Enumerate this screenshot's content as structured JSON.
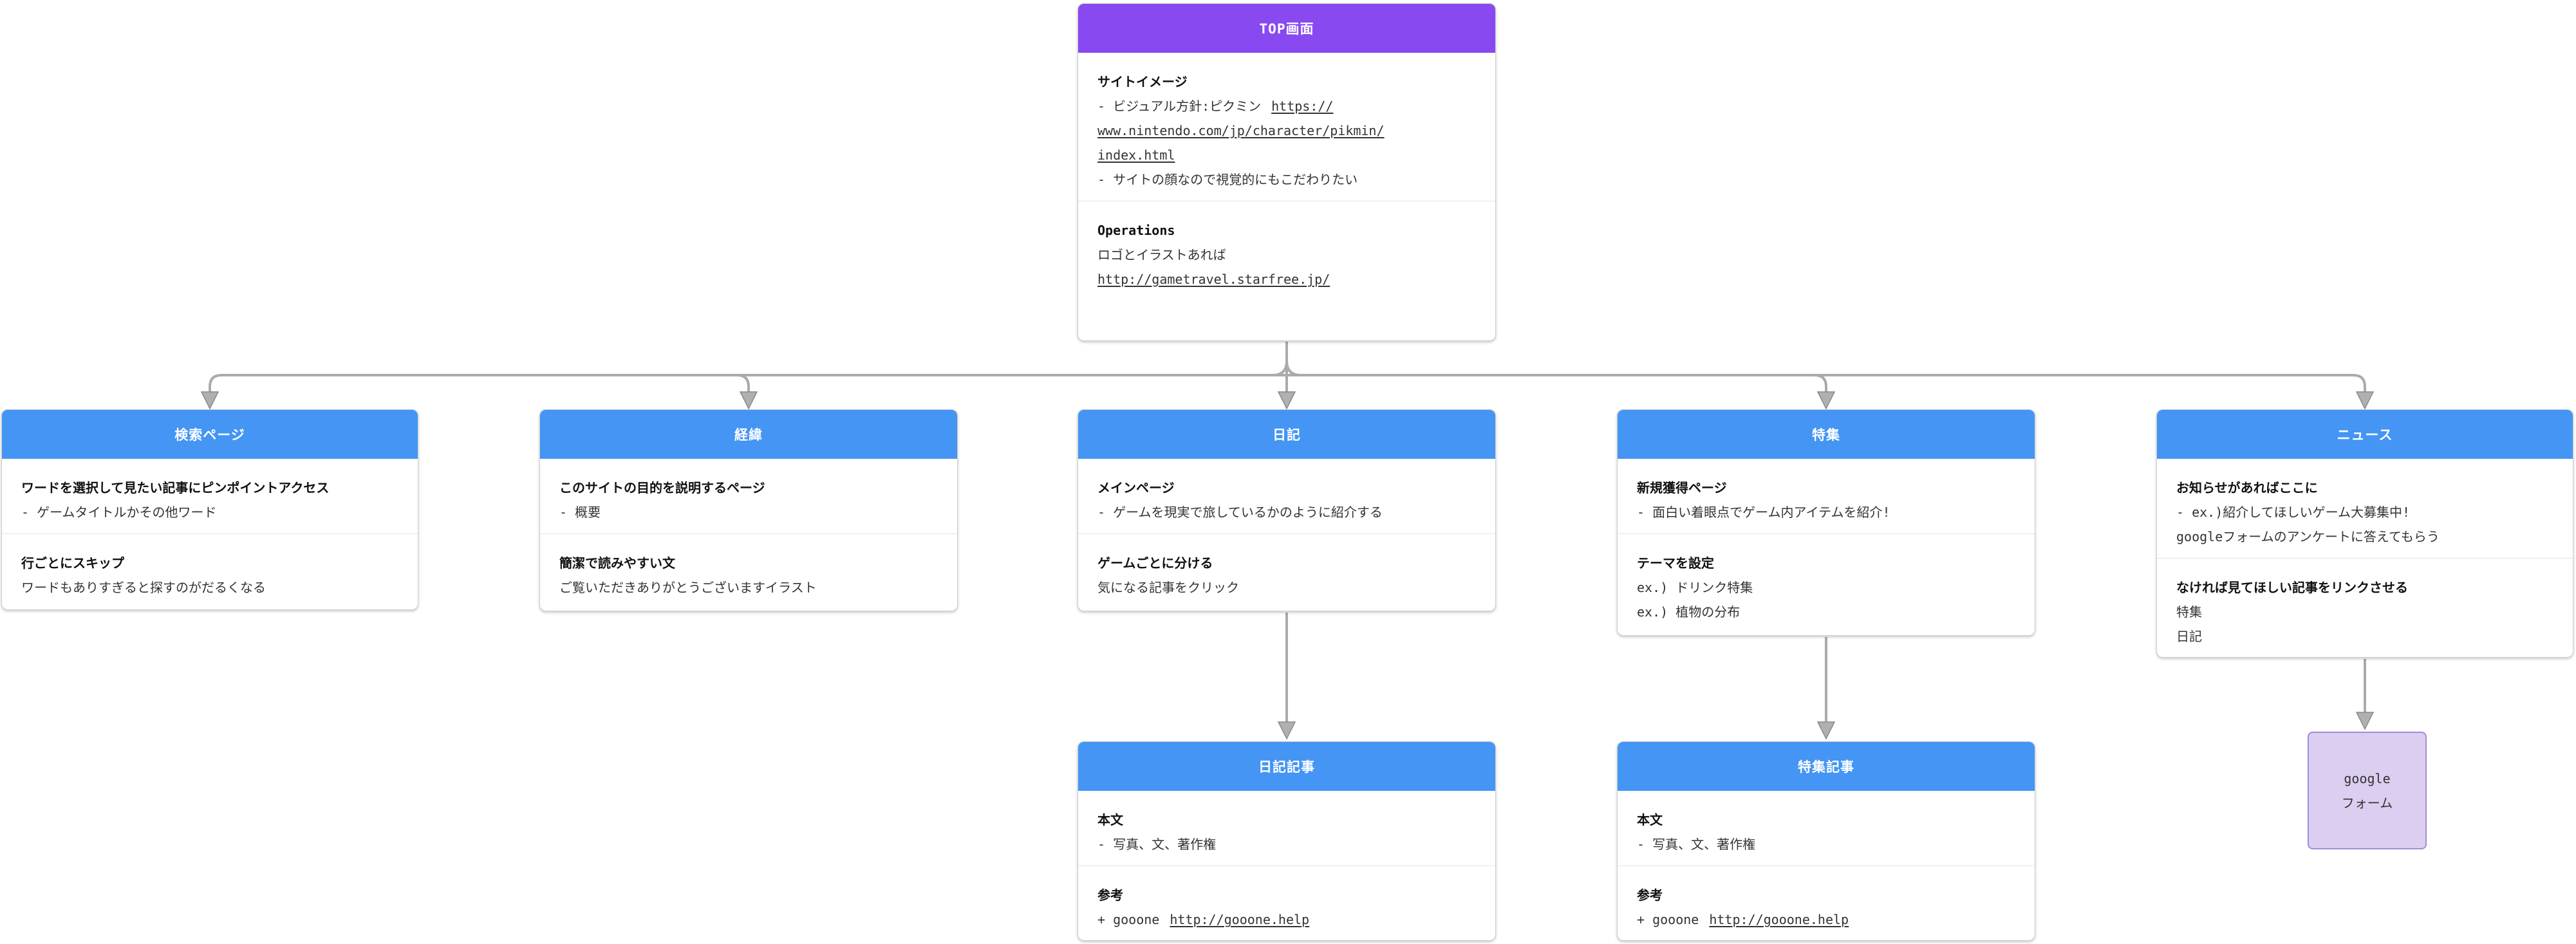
{
  "colors": {
    "header_purple": "#8949F0",
    "header_blue": "#4495F4",
    "form_fill": "#DCCEF1",
    "form_border": "#A48BD8",
    "connector_gray": "#ABABAB",
    "card_border": "#CFCFCF",
    "divider": "#E4E4E4",
    "heading_text": "#111111",
    "body_text": "#333333"
  },
  "top_card": {
    "title": "TOP画面",
    "sections": [
      {
        "heading": "サイトイメージ",
        "lines": [
          {
            "t": "- ビジュアル方針:ピクミン",
            "link": "https://"
          },
          {
            "link": "www.nintendo.com/jp/character/pikmin/"
          },
          {
            "link": "index.html"
          },
          {
            "t": "- サイトの顔なので視覚的にもこだわりたい"
          }
        ]
      },
      {
        "heading": "Operations",
        "lines": [
          {
            "t": "ロゴとイラストあれば"
          },
          {
            "link": "http://gametravel.starfree.jp/"
          }
        ]
      }
    ]
  },
  "cards": [
    {
      "title": "検索ページ",
      "sections": [
        {
          "heading": "ワードを選択して見たい記事にピンポイントアクセス",
          "lines": [
            {
              "t": "- ゲームタイトルかその他ワード"
            }
          ]
        },
        {
          "heading": "行ごとにスキップ",
          "lines": [
            {
              "t": "ワードもありすぎると探すのがだるくなる"
            }
          ]
        }
      ]
    },
    {
      "title": "経緯",
      "sections": [
        {
          "heading": "このサイトの目的を説明するページ",
          "lines": [
            {
              "t": "- 概要"
            }
          ]
        },
        {
          "heading": "簡潔で読みやすい文",
          "lines": [
            {
              "t": "ご覧いただきありがとうございますイラスト"
            }
          ]
        }
      ]
    },
    {
      "title": "日記",
      "sections": [
        {
          "heading": "メインページ",
          "lines": [
            {
              "t": "- ゲームを現実で旅しているかのように紹介する"
            }
          ]
        },
        {
          "heading": "ゲームごとに分ける",
          "lines": [
            {
              "t": "気になる記事をクリック"
            }
          ]
        }
      ]
    },
    {
      "title": "特集",
      "sections": [
        {
          "heading": "新規獲得ページ",
          "lines": [
            {
              "t": "- 面白い着眼点でゲーム内アイテムを紹介!"
            }
          ]
        },
        {
          "heading": "テーマを設定",
          "lines": [
            {
              "t": "ex.) ドリンク特集"
            },
            {
              "t": "ex.) 植物の分布"
            }
          ]
        }
      ]
    },
    {
      "title": "ニュース",
      "sections": [
        {
          "heading": "お知らせがあればここに",
          "lines": [
            {
              "t": "- ex.)紹介してほしいゲーム大募集中!"
            },
            {
              "t": "googleフォームのアンケートに答えてもらう"
            }
          ]
        },
        {
          "heading": "なければ見てほしい記事をリンクさせる",
          "lines": [
            {
              "t": "特集"
            },
            {
              "t": "日記"
            }
          ]
        }
      ]
    },
    {
      "title": "日記記事",
      "sections": [
        {
          "heading": "本文",
          "lines": [
            {
              "t": "- 写真、文、著作権"
            }
          ]
        },
        {
          "heading": "参考",
          "lines": [
            {
              "t": "+ gooone",
              "link": "http://gooone.help"
            }
          ]
        }
      ]
    },
    {
      "title": "特集記事",
      "sections": [
        {
          "heading": "本文",
          "lines": [
            {
              "t": "- 写真、文、著作権"
            }
          ]
        },
        {
          "heading": "参考",
          "lines": [
            {
              "t": "+ gooone",
              "link": "http://gooone.help"
            }
          ]
        }
      ]
    }
  ],
  "form_node": {
    "line1": "google",
    "line2": "フォーム"
  }
}
